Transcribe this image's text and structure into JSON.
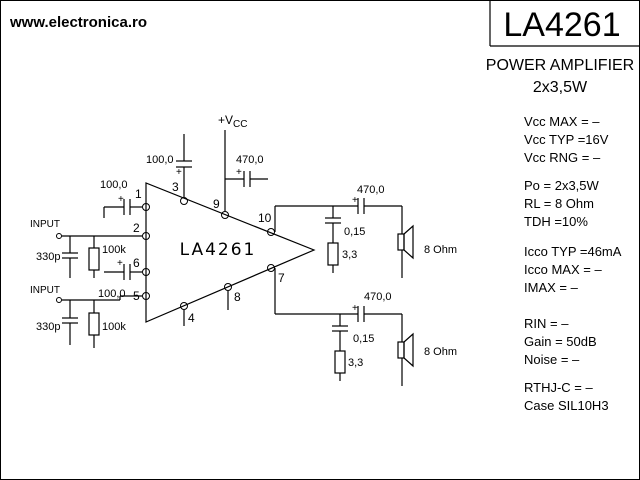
{
  "header": {
    "website": "www.electronica.ro",
    "title": "LA4261",
    "subtitle_line1": "POWER AMPLIFIER",
    "subtitle_line2": "2x3,5W"
  },
  "chip": {
    "label": "LA4261"
  },
  "pins": {
    "p1": "1",
    "p2": "2",
    "p3": "3",
    "p4": "4",
    "p5": "5",
    "p6": "6",
    "p7": "7",
    "p8": "8",
    "p9": "9",
    "p10": "10"
  },
  "labels": {
    "vcc": "+V",
    "vcc_sub": "CC",
    "input_top": "INPUT",
    "input_bottom": "INPUT",
    "c_330p_top": "330p",
    "c_330p_bottom": "330p",
    "r_100k_top": "100k",
    "r_100k_bottom": "100k",
    "c_100_pin1": "100,0",
    "c_100_pin5": "100,0",
    "c_100_pin3": "100,0",
    "c_470_pin9": "470,0",
    "c_470_out_top": "470,0",
    "c_470_out_bottom": "470,0",
    "c_015_top": "0,15",
    "c_015_bottom": "0,15",
    "r_33_top": "3,3",
    "r_33_bottom": "3,3",
    "spk_top": "8 Ohm",
    "spk_bottom": "8 Ohm",
    "plus": "+"
  },
  "specs": [
    "Vcc MAX = –",
    "Vcc TYP =16V",
    "Vcc RNG = –",
    "Po = 2x3,5W",
    "RL = 8 Ohm",
    "TDH =10%",
    "Icco TYP =46mA",
    "Icco MAX = –",
    "IMAX = –",
    "RIN = –",
    "Gain = 50dB",
    "Noise = –",
    "RTHJ-C = –",
    "Case SIL10H3"
  ]
}
